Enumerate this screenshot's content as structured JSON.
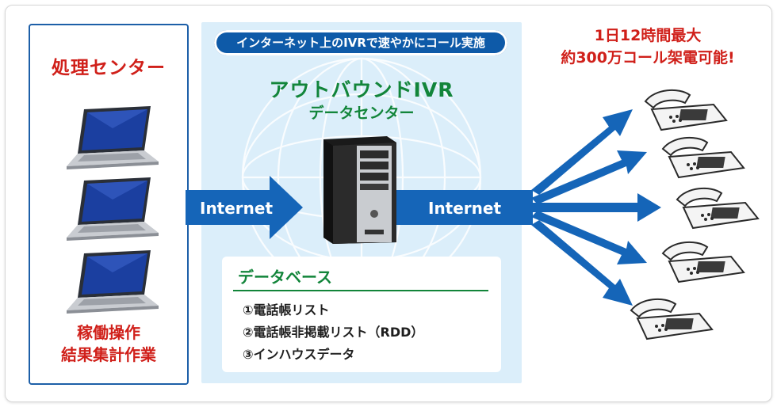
{
  "processing_center": {
    "title": "処理センター",
    "footer_line1": "稼働操作",
    "footer_line2": "結果集計作業"
  },
  "datacenter": {
    "banner": "インターネット上のIVRで速やかにコール実施",
    "title": "アウトバウンドIVR",
    "subtitle": "データセンター"
  },
  "database": {
    "title": "データベース",
    "items": [
      "①電話帳リスト",
      "②電話帳非掲載リスト（RDD）",
      "③インハウスデータ"
    ]
  },
  "capacity": {
    "line1": "1日12時間最大",
    "line2": "約300万コール架電可能!"
  },
  "connections": {
    "left_label": "Internet",
    "right_label": "Internet"
  },
  "colors": {
    "accent_blue": "#1565b8",
    "title_red": "#d0201a",
    "title_green": "#12853a",
    "panel_bg": "#dbeefa"
  }
}
